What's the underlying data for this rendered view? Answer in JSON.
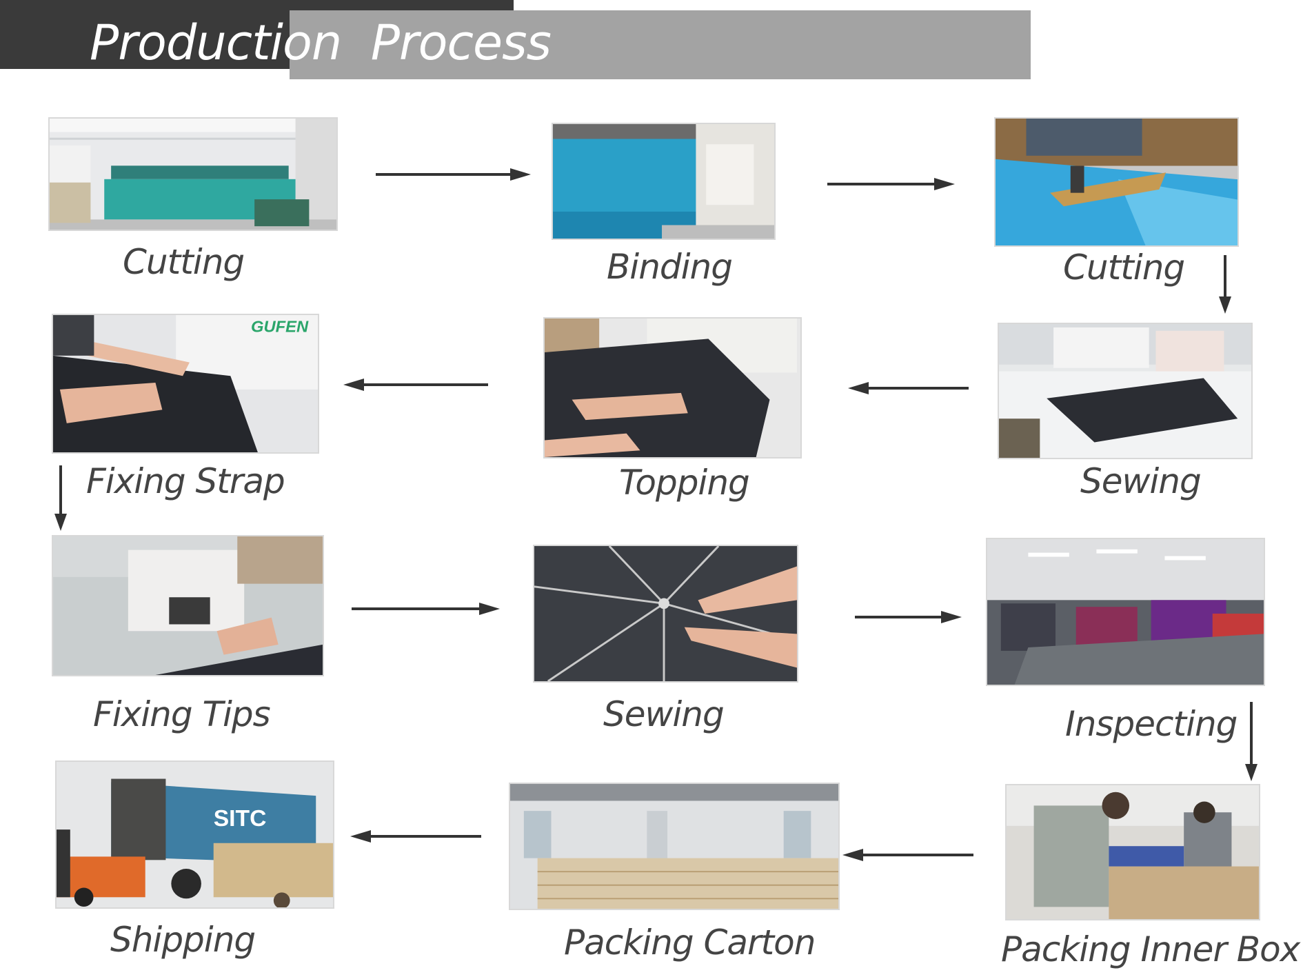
{
  "header": {
    "title": "Production  Process"
  },
  "steps": [
    {
      "label": "Cutting",
      "photo": "weaving-machine-photo"
    },
    {
      "label": "Binding",
      "photo": "blue-fabric-sewing-photo"
    },
    {
      "label": "Cutting",
      "photo": "fabric-cutting-photo"
    },
    {
      "label": "Sewing",
      "photo": "table-sewing-photo"
    },
    {
      "label": "Topping",
      "photo": "topping-sewing-photo"
    },
    {
      "label": "Fixing Strap",
      "photo": "strap-sewing-photo"
    },
    {
      "label": "Fixing Tips",
      "photo": "tips-machine-photo"
    },
    {
      "label": "Sewing",
      "photo": "umbrella-canopy-photo"
    },
    {
      "label": "Inspecting",
      "photo": "inspection-room-photo"
    },
    {
      "label": "Packing Inner Box",
      "photo": "packing-workers-photo"
    },
    {
      "label": "Packing Carton",
      "photo": "carton-warehouse-photo"
    },
    {
      "label": "Shipping",
      "photo": "container-truck-photo"
    }
  ],
  "container_text": "SITC",
  "machine_brand": "GUFEN",
  "colors": {
    "header_dark": "#3a3a3a",
    "header_grey": "#a3a3a3",
    "label_text": "#444444",
    "arrow": "#333333",
    "umbrella_blue": "#2aa0c8",
    "umbrella_black": "#2b2d33"
  }
}
